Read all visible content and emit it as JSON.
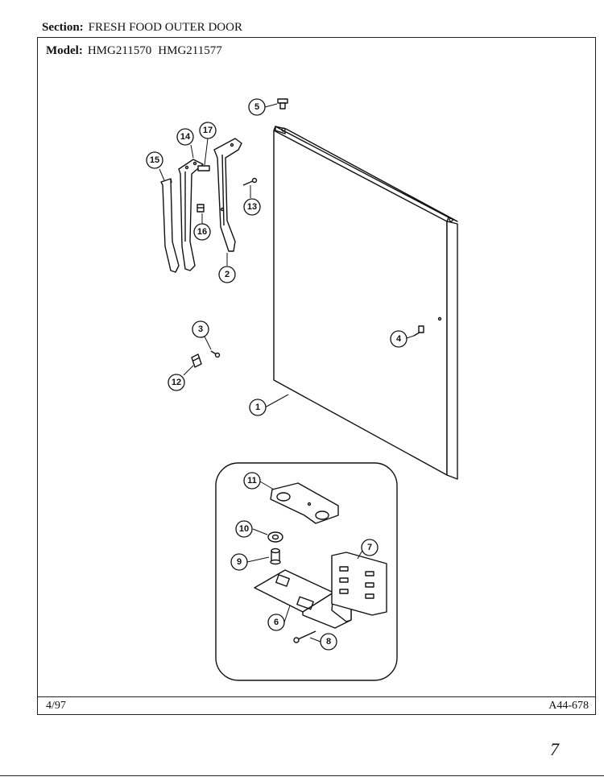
{
  "header": {
    "section_label": "Section:",
    "section_value": "FRESH FOOD OUTER DOOR",
    "model_label": "Model:",
    "model_1": "HMG211570",
    "model_2": "HMG211577"
  },
  "footer": {
    "date": "4/97",
    "doc_number": "A44-678",
    "page_mark": "7"
  },
  "callouts": {
    "c1": "1",
    "c2": "2",
    "c3": "3",
    "c4": "4",
    "c5": "5",
    "c6": "6",
    "c7": "7",
    "c8": "8",
    "c9": "9",
    "c10": "10",
    "c11": "11",
    "c12": "12",
    "c13": "13",
    "c14": "14",
    "c15": "15",
    "c16": "16",
    "c17": "17"
  }
}
